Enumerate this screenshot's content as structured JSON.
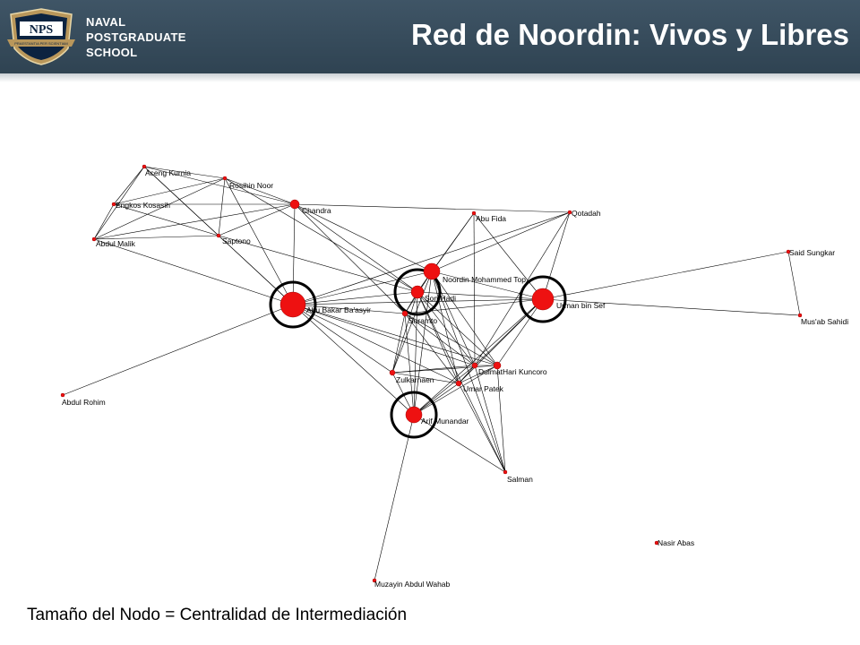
{
  "header": {
    "title": "Red de Noordin: Vivos y Libres",
    "logo": {
      "badge_text": "NPS",
      "ribbon_text": "PRAESTANTIA PER SCIENTIAM",
      "lines": [
        "NAVAL",
        "POSTGRADUATE",
        "SCHOOL"
      ]
    }
  },
  "caption": "Tamaño del Nodo = Centralidad de Intermediación",
  "colors": {
    "header_bg": "#34495a",
    "node": "#ee1111",
    "edge": "#000000",
    "highlight_ring": "#000000",
    "background": "#ffffff"
  },
  "network": {
    "nodes": [
      {
        "id": "aceng",
        "label": "Aceng Kurnia"
      },
      {
        "id": "rosihin",
        "label": "Rosihin Noor"
      },
      {
        "id": "engkos",
        "label": "Engkos Kosasih"
      },
      {
        "id": "chandra",
        "label": "Chandra"
      },
      {
        "id": "abdulmalik",
        "label": "Abdul Malik"
      },
      {
        "id": "saptono",
        "label": "Saptono"
      },
      {
        "id": "abufida",
        "label": "Abu Fida"
      },
      {
        "id": "qotadah",
        "label": "Qotadah"
      },
      {
        "id": "saidsungkar",
        "label": "Said Sungkar"
      },
      {
        "id": "noordin",
        "label": "Noordin Mohammed Top"
      },
      {
        "id": "sonhadi",
        "label": "Son Hadi"
      },
      {
        "id": "umanbinsef",
        "label": "Urman bin Sef"
      },
      {
        "id": "abubakar",
        "label": "Abu Bakar Ba'asyir"
      },
      {
        "id": "suramto",
        "label": "Suramto"
      },
      {
        "id": "musab",
        "label": "Mus'ab Sahidi"
      },
      {
        "id": "dulmatin",
        "label": "Dulmat"
      },
      {
        "id": "harikuncoro",
        "label": "Hari Kuncoro"
      },
      {
        "id": "zulkarnaen",
        "label": "Zulkarnaen"
      },
      {
        "id": "umarpatek",
        "label": "Umar Patek"
      },
      {
        "id": "abdulrohim",
        "label": "Abdul Rohim"
      },
      {
        "id": "arifmunandar",
        "label": "Arif Munandar"
      },
      {
        "id": "salman",
        "label": "Salman"
      },
      {
        "id": "nasirabas",
        "label": "Nasir Abas"
      },
      {
        "id": "muzayin",
        "label": "Muzayin Abdul Wahab"
      }
    ],
    "highlighted": [
      "abubakar",
      "sonhadi",
      "umanbinsef",
      "arifmunandar"
    ],
    "edges": [
      [
        "aceng",
        "rosihin"
      ],
      [
        "aceng",
        "engkos"
      ],
      [
        "aceng",
        "chandra"
      ],
      [
        "aceng",
        "abdulmalik"
      ],
      [
        "aceng",
        "saptono"
      ],
      [
        "aceng",
        "abubakar"
      ],
      [
        "rosihin",
        "engkos"
      ],
      [
        "rosihin",
        "chandra"
      ],
      [
        "rosihin",
        "abdulmalik"
      ],
      [
        "rosihin",
        "saptono"
      ],
      [
        "rosihin",
        "abubakar"
      ],
      [
        "rosihin",
        "sonhadi"
      ],
      [
        "engkos",
        "chandra"
      ],
      [
        "engkos",
        "abdulmalik"
      ],
      [
        "engkos",
        "saptono"
      ],
      [
        "chandra",
        "abdulmalik"
      ],
      [
        "chandra",
        "saptono"
      ],
      [
        "chandra",
        "abubakar"
      ],
      [
        "chandra",
        "qotadah"
      ],
      [
        "chandra",
        "noordin"
      ],
      [
        "chandra",
        "sonhadi"
      ],
      [
        "chandra",
        "suramto"
      ],
      [
        "abdulmalik",
        "saptono"
      ],
      [
        "abdulmalik",
        "abubakar"
      ],
      [
        "saptono",
        "sonhadi"
      ],
      [
        "saptono",
        "abubakar"
      ],
      [
        "abufida",
        "noordin"
      ],
      [
        "abufida",
        "sonhadi"
      ],
      [
        "abufida",
        "umanbinsef"
      ],
      [
        "abufida",
        "dulmatin"
      ],
      [
        "qotadah",
        "abubakar"
      ],
      [
        "qotadah",
        "noordin"
      ],
      [
        "qotadah",
        "umanbinsef"
      ],
      [
        "qotadah",
        "dulmatin"
      ],
      [
        "saidsungkar",
        "musab"
      ],
      [
        "saidsungkar",
        "umanbinsef"
      ],
      [
        "musab",
        "umanbinsef"
      ],
      [
        "noordin",
        "abubakar"
      ],
      [
        "noordin",
        "sonhadi"
      ],
      [
        "noordin",
        "umanbinsef"
      ],
      [
        "noordin",
        "suramto"
      ],
      [
        "noordin",
        "dulmatin"
      ],
      [
        "noordin",
        "harikuncoro"
      ],
      [
        "noordin",
        "zulkarnaen"
      ],
      [
        "noordin",
        "umarpatek"
      ],
      [
        "noordin",
        "arifmunandar"
      ],
      [
        "noordin",
        "salman"
      ],
      [
        "sonhadi",
        "abubakar"
      ],
      [
        "sonhadi",
        "umanbinsef"
      ],
      [
        "sonhadi",
        "suramto"
      ],
      [
        "sonhadi",
        "dulmatin"
      ],
      [
        "sonhadi",
        "harikuncoro"
      ],
      [
        "sonhadi",
        "zulkarnaen"
      ],
      [
        "sonhadi",
        "umarpatek"
      ],
      [
        "sonhadi",
        "arifmunandar"
      ],
      [
        "sonhadi",
        "salman"
      ],
      [
        "umanbinsef",
        "abubakar"
      ],
      [
        "umanbinsef",
        "suramto"
      ],
      [
        "umanbinsef",
        "dulmatin"
      ],
      [
        "umanbinsef",
        "harikuncoro"
      ],
      [
        "umanbinsef",
        "umarpatek"
      ],
      [
        "umanbinsef",
        "arifmunandar"
      ],
      [
        "abubakar",
        "suramto"
      ],
      [
        "abubakar",
        "dulmatin"
      ],
      [
        "abubakar",
        "harikuncoro"
      ],
      [
        "abubakar",
        "zulkarnaen"
      ],
      [
        "abubakar",
        "umarpatek"
      ],
      [
        "abubakar",
        "arifmunandar"
      ],
      [
        "abubakar",
        "abdulrohim"
      ],
      [
        "suramto",
        "zulkarnaen"
      ],
      [
        "suramto",
        "dulmatin"
      ],
      [
        "suramto",
        "harikuncoro"
      ],
      [
        "suramto",
        "arifmunandar"
      ],
      [
        "suramto",
        "umarpatek"
      ],
      [
        "zulkarnaen",
        "dulmatin"
      ],
      [
        "zulkarnaen",
        "umarpatek"
      ],
      [
        "zulkarnaen",
        "arifmunandar"
      ],
      [
        "zulkarnaen",
        "harikuncoro"
      ],
      [
        "dulmatin",
        "umarpatek"
      ],
      [
        "dulmatin",
        "arifmunandar"
      ],
      [
        "dulmatin",
        "salman"
      ],
      [
        "dulmatin",
        "harikuncoro"
      ],
      [
        "harikuncoro",
        "salman"
      ],
      [
        "harikuncoro",
        "umarpatek"
      ],
      [
        "harikuncoro",
        "arifmunandar"
      ],
      [
        "umarpatek",
        "arifmunandar"
      ],
      [
        "umarpatek",
        "salman"
      ],
      [
        "arifmunandar",
        "salman"
      ],
      [
        "arifmunandar",
        "muzayin"
      ]
    ]
  }
}
